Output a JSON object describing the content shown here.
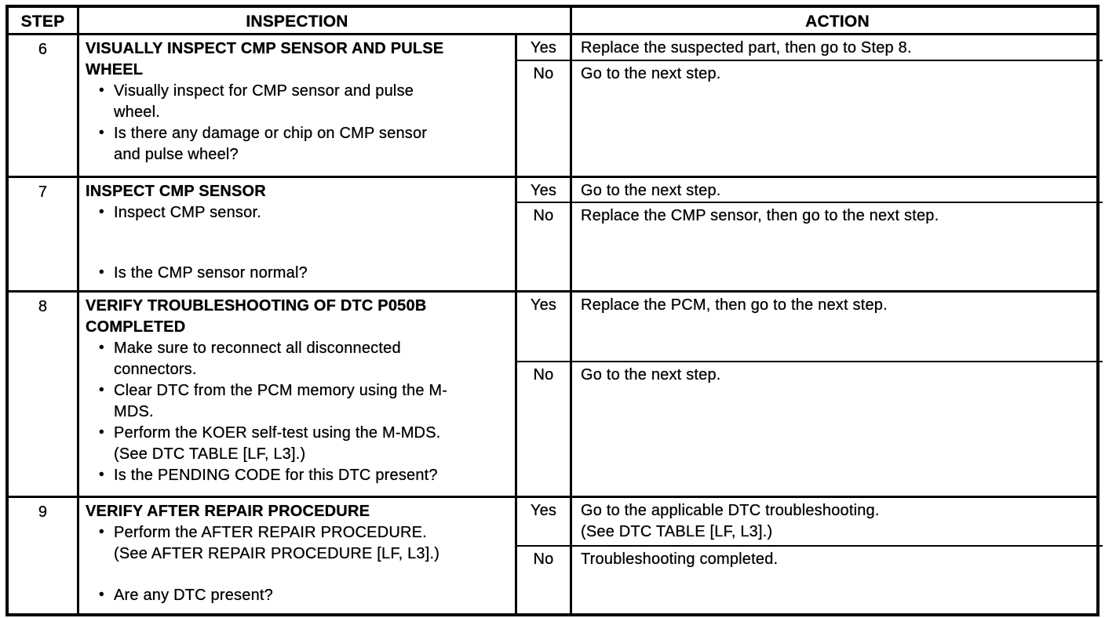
{
  "header": {
    "step": "STEP",
    "inspection": "INSPECTION",
    "action": "ACTION"
  },
  "rows": [
    {
      "step": "6",
      "title": "VISUALLY INSPECT CMP SENSOR AND PULSE\nWHEEL",
      "bullets": [
        "Visually inspect for CMP sensor and pulse\nwheel.",
        "Is there any damage or chip on CMP sensor\nand pulse wheel?"
      ],
      "yes_label": "Yes",
      "no_label": "No",
      "yes_action": "Replace the suspected part, then go to Step 8.",
      "no_action": "Go to the next step."
    },
    {
      "step": "7",
      "title": "INSPECT CMP SENSOR",
      "bullets": [
        "Inspect CMP sensor.",
        "Is the CMP sensor normal?"
      ],
      "yes_label": "Yes",
      "no_label": "No",
      "yes_action": "Go to the next step.",
      "no_action": "Replace the CMP sensor, then go to the next step."
    },
    {
      "step": "8",
      "title": "VERIFY TROUBLESHOOTING OF DTC P050B\nCOMPLETED",
      "bullets": [
        "Make sure to reconnect all disconnected\nconnectors.",
        "Clear DTC from the PCM memory using the M-\nMDS.",
        "Perform the KOER self-test using the M-MDS.\n(See DTC TABLE [LF, L3].)",
        "Is the PENDING CODE for this DTC present?"
      ],
      "yes_label": "Yes",
      "no_label": "No",
      "yes_action": "Replace the PCM, then go to the next step.",
      "no_action": "Go to the next step."
    },
    {
      "step": "9",
      "title": "VERIFY AFTER REPAIR PROCEDURE",
      "bullets": [
        "Perform the AFTER REPAIR PROCEDURE.\n(See AFTER REPAIR PROCEDURE [LF, L3].)",
        "Are any DTC present?"
      ],
      "yes_label": "Yes",
      "no_label": "No",
      "yes_action": "Go to the applicable DTC troubleshooting.\n(See DTC TABLE [LF, L3].)",
      "no_action": "Troubleshooting completed."
    }
  ]
}
